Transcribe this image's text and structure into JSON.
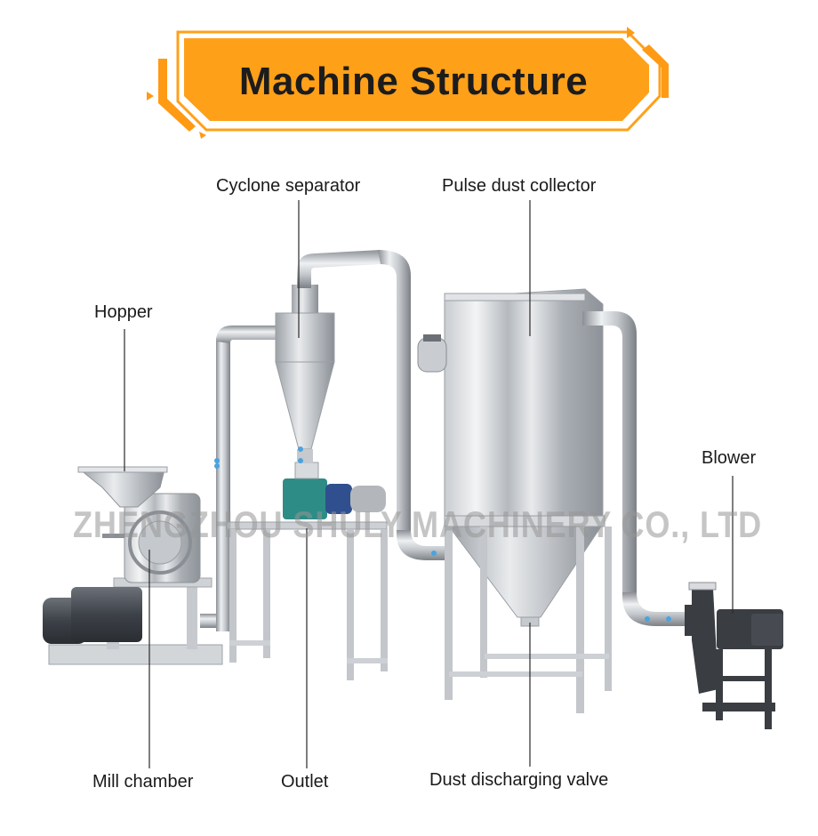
{
  "banner": {
    "title": "Machine Structure",
    "colors": {
      "fill": "#FFA019",
      "accent": "#FF9A14",
      "text": "#1C1C1C"
    }
  },
  "labels": {
    "cyclone_separator": "Cyclone separator",
    "pulse_dust_collector": "Pulse dust collector",
    "hopper": "Hopper",
    "blower": "Blower",
    "mill_chamber": "Mill chamber",
    "outlet": "Outlet",
    "dust_discharging_valve": "Dust discharging valve"
  },
  "watermark": "ZHENGZHOU SHULY MACHINERY CO., LTD",
  "colors": {
    "steel_light": "#E6E7E9",
    "steel_mid": "#B9BCC0",
    "steel_dark": "#7E8389",
    "valve_teal": "#2E8C86",
    "motor_blue": "#2F4F8F",
    "blower_dark": "#3A3D42",
    "clamp_blue": "#4AA3E0"
  }
}
